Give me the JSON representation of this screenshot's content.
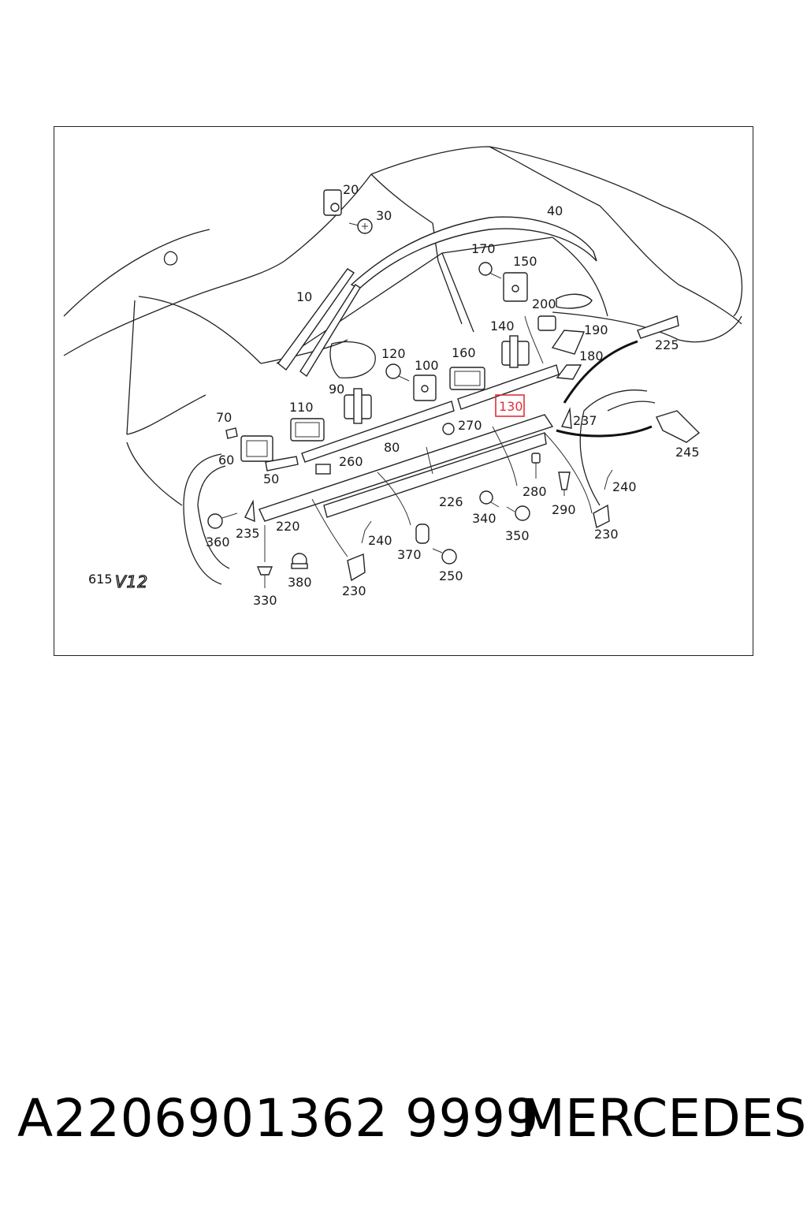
{
  "diagram": {
    "highlight_color": "#e0303a",
    "highlight_label": "130",
    "model_code": "615",
    "model_badge": "V12",
    "callouts": {
      "c10": "10",
      "c20": "20",
      "c30": "30",
      "c40": "40",
      "c50": "50",
      "c60": "60",
      "c70": "70",
      "c80": "80",
      "c90": "90",
      "c100": "100",
      "c110": "110",
      "c120": "120",
      "c130": "130",
      "c140": "140",
      "c150": "150",
      "c160": "160",
      "c170": "170",
      "c180": "180",
      "c190": "190",
      "c200": "200",
      "c220": "220",
      "c225": "225",
      "c226": "226",
      "c230a": "230",
      "c230b": "230",
      "c235": "235",
      "c237": "237",
      "c240a": "240",
      "c240b": "240",
      "c245": "245",
      "c250": "250",
      "c260": "260",
      "c270": "270",
      "c280": "280",
      "c290": "290",
      "c330": "330",
      "c340": "340",
      "c350": "350",
      "c360": "360",
      "c370": "370",
      "c380": "380"
    }
  },
  "footer": {
    "part_number": "A2206901362 9999",
    "brand": "MERCEDES"
  }
}
